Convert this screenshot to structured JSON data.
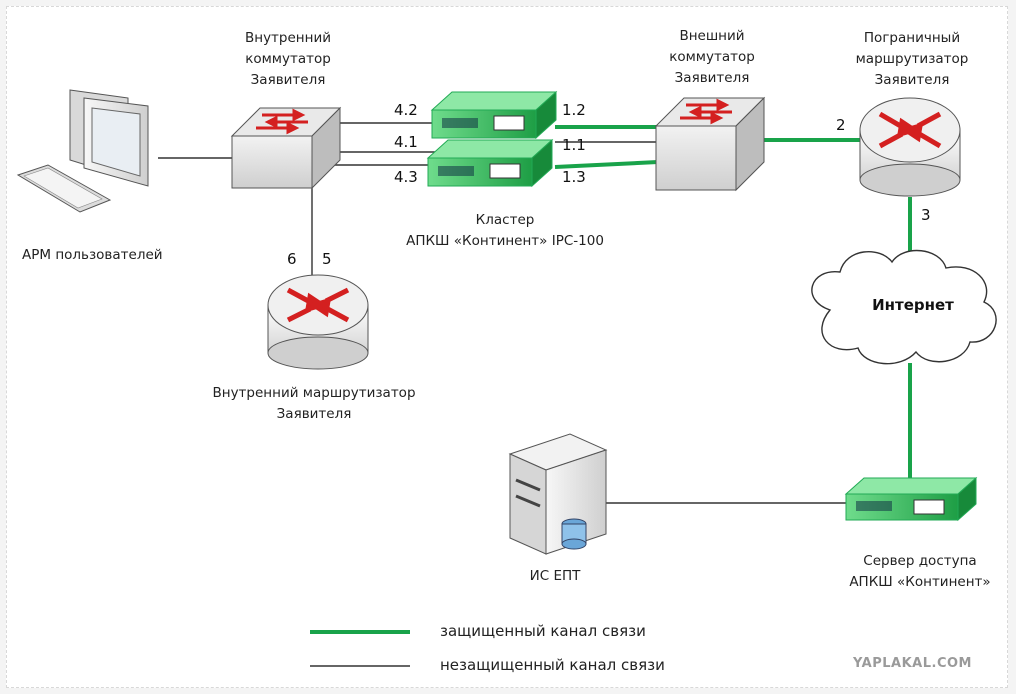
{
  "labels": {
    "internal_switch": "Внутренний\nкоммутатор\nЗаявителя",
    "external_switch": "Внешний\nкоммутатор\nЗаявителя",
    "border_router": "Пограничный\nмаршрутизатор\nЗаявителя",
    "workstation": "АРМ пользователей",
    "cluster": "Кластер\nАПКШ «Континент» IPC-100",
    "internal_router": "Внутренний маршрутизатор\nЗаявителя",
    "internet": "Интернет",
    "server": "ИС ЕПТ",
    "access_server": "Сервер доступа\nАПКШ «Континент»"
  },
  "ports": {
    "p42": "4.2",
    "p41": "4.1",
    "p43": "4.3",
    "p12": "1.2",
    "p11": "1.1",
    "p13": "1.3",
    "p2": "2",
    "p3": "3",
    "p6": "6",
    "p5": "5"
  },
  "legend": {
    "secure": "защищенный канал связи",
    "insecure": "незащищенный канал связи"
  },
  "watermark": "YAPLAKAL.COM",
  "colors": {
    "secure": "#19a34a",
    "insecure": "#333333"
  }
}
